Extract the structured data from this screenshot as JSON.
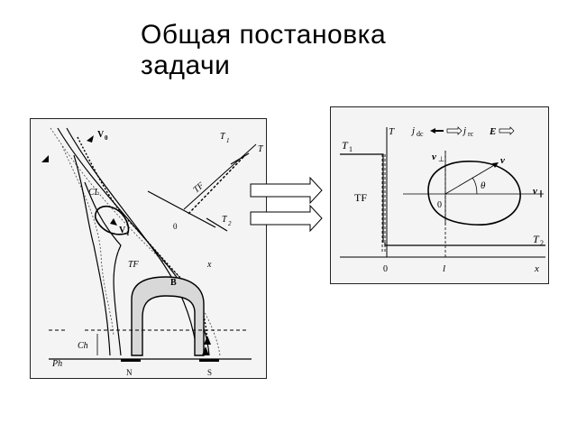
{
  "title": {
    "line1": "Общая постановка",
    "line2": "задачи"
  },
  "left_diagram": {
    "labels": {
      "v0": "V",
      "v0_sub": "0",
      "v1": "V",
      "v1_sub": "1",
      "cl": "CL",
      "tf_upper": "TF",
      "tf_lower": "TF",
      "b": "B",
      "ch": "Ch",
      "ph": "Ph",
      "n": "N",
      "s": "S",
      "t": "T",
      "t1": "T",
      "t1_sub": "1",
      "t2": "T",
      "t2_sub": "2",
      "zero": "0",
      "x": "x"
    }
  },
  "right_diagram": {
    "labels": {
      "t1": "T",
      "t1_sub": "1",
      "t2": "T",
      "t2_sub": "2",
      "t_axis": "T",
      "tf": "TF",
      "j_dc": "j",
      "j_dc_sub": "dc",
      "j_rc": "j",
      "j_rc_sub": "rc",
      "e": "E",
      "v_perp": "v",
      "v_perp_sub": "⊥",
      "v": "v",
      "v_par": "v",
      "v_par_sub": "∥",
      "theta": "θ",
      "origin": "0",
      "axis_zero": "0",
      "axis_l": "l",
      "axis_x": "x"
    }
  }
}
